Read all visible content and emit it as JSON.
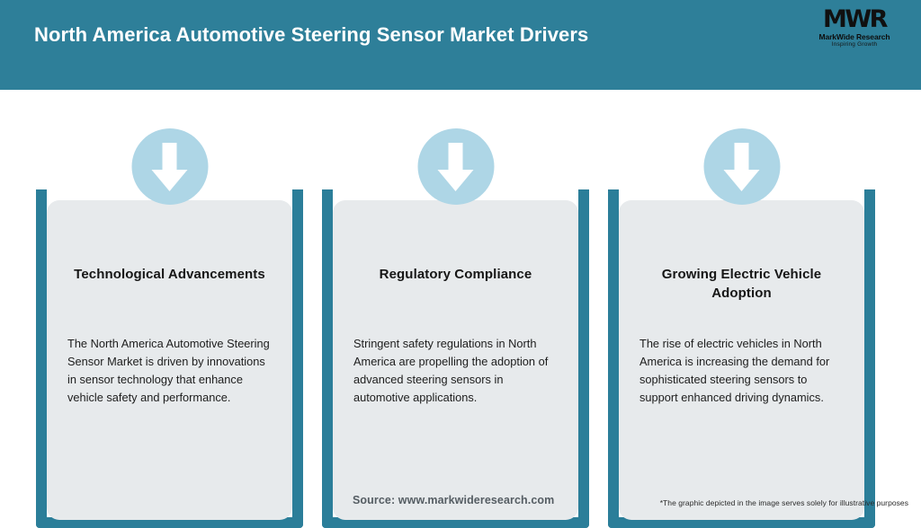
{
  "header": {
    "title": "North America Automotive Steering Sensor Market Drivers",
    "bg_color": "#2e7f99",
    "logo": {
      "mark": "MWR",
      "name": "MarkWide Research",
      "tagline": "Inspiring Growth"
    }
  },
  "theme": {
    "teal": "#2b7e99",
    "card_bg": "#e7eaec",
    "circle_blue": "#aed6e6",
    "arrow_white": "#ffffff"
  },
  "cards": [
    {
      "icon": "arrow-down-icon",
      "heading": "Technological Advancements",
      "body": "The North America Automotive Steering Sensor Market is driven by innovations in sensor technology that enhance vehicle safety and performance."
    },
    {
      "icon": "arrow-down-icon",
      "heading": "Regulatory Compliance",
      "body": "Stringent safety regulations in North America are propelling the adoption of advanced steering sensors in automotive applications."
    },
    {
      "icon": "arrow-down-icon",
      "heading": "Growing Electric Vehicle Adoption",
      "body": "The rise of electric vehicles in North America is increasing the demand for sophisticated steering sensors to support enhanced driving dynamics."
    }
  ],
  "footer": {
    "source": "Source: www.markwideresearch.com",
    "note": "*The graphic depicted in the image serves solely for illustrative purposes"
  }
}
